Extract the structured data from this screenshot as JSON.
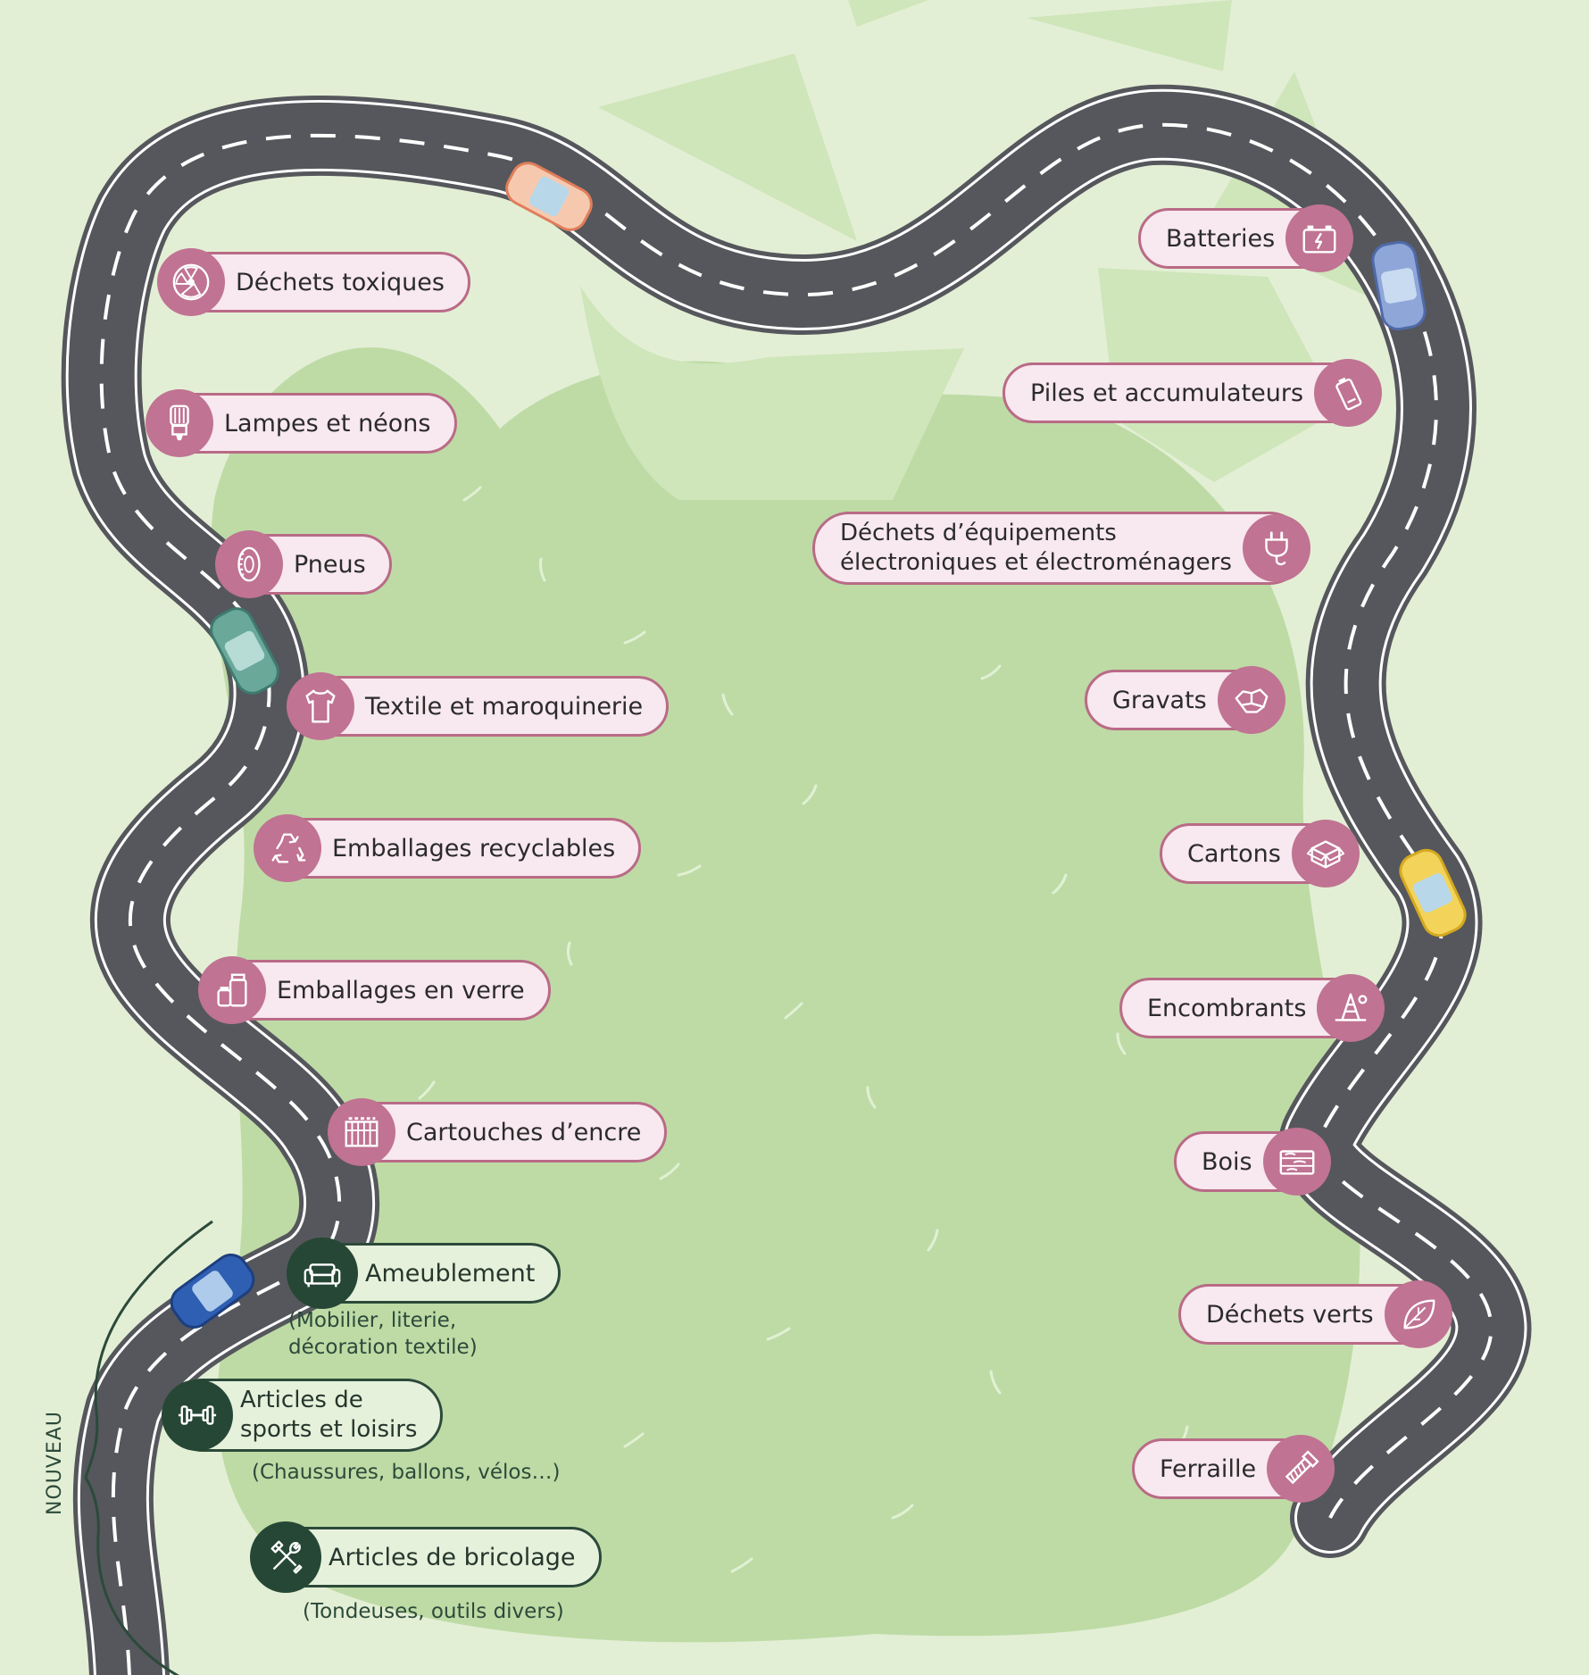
{
  "colors": {
    "background": "#e3efd5",
    "field": "#bedba6",
    "road": "#55575c",
    "road_line": "#ffffff",
    "pill_fill": "#f8e8ef",
    "pill_border": "#b96b86",
    "icon_circle": "#c07392",
    "new_circle": "#264735",
    "new_fill": "#e6f1dc"
  },
  "categories_left": [
    {
      "label": "Déchets toxiques",
      "icon": "radioactive-icon"
    },
    {
      "label": "Lampes et néons",
      "icon": "lamp-icon"
    },
    {
      "label": "Pneus",
      "icon": "tire-icon"
    },
    {
      "label": "Textile et maroquinerie",
      "icon": "shirt-icon"
    },
    {
      "label": "Emballages recyclables",
      "icon": "recycle-icon"
    },
    {
      "label": "Emballages en verre",
      "icon": "jar-icon"
    },
    {
      "label": "Cartouches d’encre",
      "icon": "ink-cartridge-icon"
    }
  ],
  "categories_right": [
    {
      "label": "Batteries",
      "icon": "battery-icon"
    },
    {
      "label": "Piles et accumulateurs",
      "icon": "cell-battery-icon"
    },
    {
      "label": "Déchets d’équipements\nélectroniques et électroménagers",
      "icon": "plug-icon"
    },
    {
      "label": "Gravats",
      "icon": "rubble-icon"
    },
    {
      "label": "Cartons",
      "icon": "box-icon"
    },
    {
      "label": "Encombrants",
      "icon": "bulky-items-icon"
    },
    {
      "label": "Bois",
      "icon": "wood-icon"
    },
    {
      "label": "Déchets verts",
      "icon": "leaf-icon"
    },
    {
      "label": "Ferraille",
      "icon": "bolt-icon"
    }
  ],
  "new_section": {
    "tag": "NOUVEAU",
    "items": [
      {
        "label": "Ameublement",
        "note": "(Mobilier, literie,\ndécoration textile)",
        "icon": "sofa-icon"
      },
      {
        "label": "Articles de\nsports et loisirs",
        "note": "(Chaussures, ballons, vélos…)",
        "icon": "dumbbell-icon"
      },
      {
        "label": "Articles de bricolage",
        "note": "(Tondeuses, outils divers)",
        "icon": "tools-icon"
      }
    ]
  }
}
